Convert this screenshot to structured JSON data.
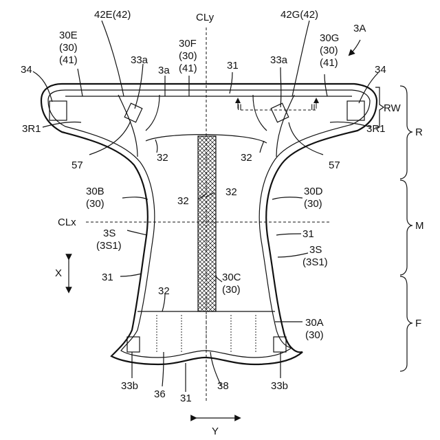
{
  "labels": {
    "fig_id": "3A",
    "cly": "CLy",
    "clx": "CLx",
    "e42e": "42E(42)",
    "e42g": "42G(42)",
    "e30e": [
      "30E",
      "(30)",
      "(41)"
    ],
    "e30f": [
      "30F",
      "(30)",
      "(41)"
    ],
    "e30g": [
      "30G",
      "(30)",
      "(41)"
    ],
    "e34_left": "34",
    "e34_right": "34",
    "e33a_left": "33a",
    "e33a_right": "33a",
    "e3a": "3a",
    "e31_top": "31",
    "rw": "RW",
    "r": "R",
    "m": "M",
    "f": "F",
    "e3r1_left": "3R1",
    "e3r1_right": "3R1",
    "e57_left": "57",
    "e57_right": "57",
    "e32_left": "32",
    "e32_right": "32",
    "e32_center_a": "32",
    "e32_center_b": "32",
    "e32_lower": "32",
    "e30b": [
      "30B",
      "(30)"
    ],
    "e30d": [
      "30D",
      "(30)"
    ],
    "e3s_left": [
      "3S",
      "(3S1)"
    ],
    "e3s_right": [
      "3S",
      "(3S1)"
    ],
    "e31_left": "31",
    "e31_right": "31",
    "e31_bottom": "31",
    "e30c": [
      "30C",
      "(30)"
    ],
    "e30a": [
      "30A",
      "(30)"
    ],
    "e33b_left": "33b",
    "e33b_right": "33b",
    "e36": "36",
    "e38": "38",
    "x_axis": "X",
    "y_axis": "Y",
    "arrow_marks": "II"
  }
}
